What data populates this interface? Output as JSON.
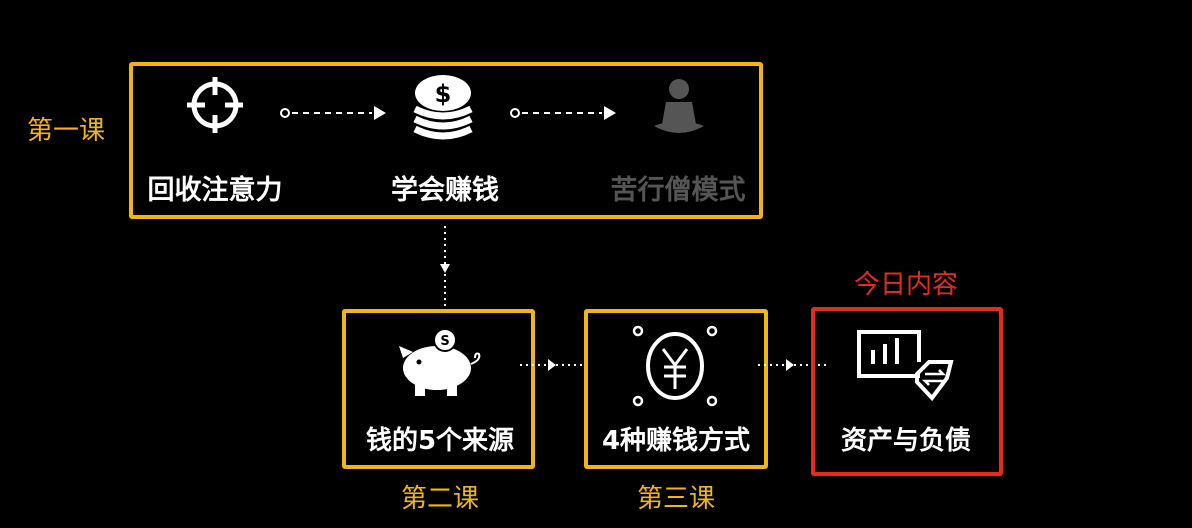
{
  "lesson1": {
    "label": "第一课",
    "steps": [
      {
        "label": "回收注意力",
        "icon": "target-icon"
      },
      {
        "label": "学会赚钱",
        "icon": "coins-icon"
      },
      {
        "label": "苦行僧模式",
        "icon": "meditation-icon"
      }
    ]
  },
  "lesson2": {
    "label": "第二课",
    "title": "钱的5个来源",
    "icon": "piggy-bank-icon"
  },
  "lesson3": {
    "label": "第三课",
    "title": "4种赚钱方式",
    "icon": "yuan-icon"
  },
  "today": {
    "label": "今日内容",
    "title": "资产与负债",
    "icon": "asset-chart-icon"
  },
  "colors": {
    "yellow": "#f2b515",
    "red": "#e52b20",
    "muted": "#555555"
  }
}
